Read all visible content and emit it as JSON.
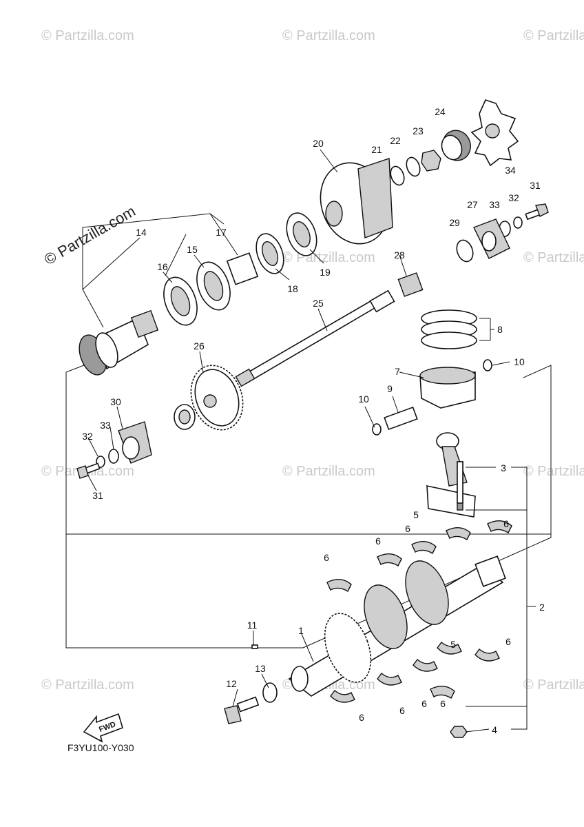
{
  "watermark": {
    "text": "© Partzilla.com",
    "main_text": "© Partzilla.com"
  },
  "diagram_code": "F3YU100-Y030",
  "fwd_label": "FWD",
  "callouts": {
    "c1": "1",
    "c2": "2",
    "c3": "3",
    "c4": "4",
    "c5a": "5",
    "c5b": "5",
    "c6a": "6",
    "c6b": "6",
    "c6c": "6",
    "c6d": "6",
    "c6e": "6",
    "c6f": "6",
    "c6g": "6",
    "c6h": "6",
    "c6i": "6",
    "c7": "7",
    "c8": "8",
    "c9": "9",
    "c10a": "10",
    "c10b": "10",
    "c11": "11",
    "c12": "12",
    "c13": "13",
    "c14": "14",
    "c15": "15",
    "c16": "16",
    "c17": "17",
    "c18": "18",
    "c19": "19",
    "c20": "20",
    "c21": "21",
    "c22": "22",
    "c23": "23",
    "c24": "24",
    "c25": "25",
    "c26": "26",
    "c27": "27",
    "c28": "28",
    "c29": "29",
    "c30": "30",
    "c31a": "31",
    "c31b": "31",
    "c32a": "32",
    "c32b": "32",
    "c33a": "33",
    "c33b": "33",
    "c34": "34"
  }
}
